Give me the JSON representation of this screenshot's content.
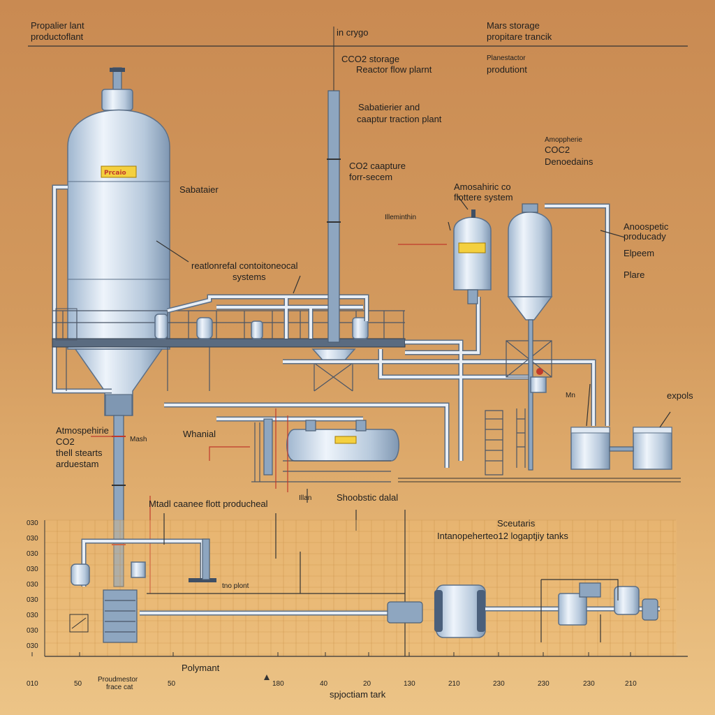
{
  "labels": {
    "top_left_1": "Propalier lant",
    "top_left_2": "productoflant",
    "top_center": "in crygo",
    "top_right_1": "Mars storage",
    "top_right_2": "propitare trancik",
    "co2_storage": "CCO2 storage",
    "reactor_flow": "Reactor flow plarnt",
    "plane_production_1": "Planestactor",
    "plane_production_2": "produtiont",
    "sabatier_capture_1": "Sabatierier and",
    "sabatier_capture_2": "caaptur traction plant",
    "amospperie_1": "Amoppherie",
    "amospperie_2": "COC2",
    "amospperie_3": "Denoedains",
    "co2_capture_1": "CO2 caapture",
    "co2_capture_2": "forr-secem",
    "sabatier": "Sabataier",
    "atmos_co_1": "Amosahiric co",
    "atmos_co_2": "flottere system",
    "illeminthin": "Illeminthin",
    "anosopetic_1": "Anoospetic",
    "anosopetic_2": "producady",
    "elpeem": "Elpeem",
    "plare": "Plare",
    "reactor_systems_1": "reatlonrefal contoitoneocal",
    "reactor_systems_2": "systems",
    "atmos_co2_left_1": "Atmospehirie",
    "atmos_co2_left_2": "CO2",
    "atmos_co2_left_3": "thell stearts",
    "atmos_co2_left_4": "arduestam",
    "mash": "Mash",
    "whanial": "Whanial",
    "mn": "Mn",
    "expols": "expols",
    "flow_product": "Mtadl caanee flott producheal",
    "illan": "Illan",
    "shoobstic": "Shoobstic dalal",
    "scutaris": "Sceutaris",
    "intanopeher_tanks": "Intanopeherteo12 logaptjiy tanks",
    "tno_plont": "tno plont",
    "polyment": "Polymant",
    "spjoctiam_tank": "spjoctiam tark",
    "pressure_tag": "Prcaio"
  },
  "axis": {
    "x_ticks": [
      "010",
      "50",
      "50",
      "180",
      "40",
      "20",
      "130",
      "210",
      "230",
      "230",
      "230",
      "210"
    ],
    "x_sub_1": "Proudmestor",
    "x_sub_2": "frace cat",
    "y_ticks": [
      "030",
      "030",
      "030",
      "030",
      "030",
      "030",
      "030",
      "030",
      "030"
    ]
  },
  "colors": {
    "background_top": "#c98a52",
    "background_bottom": "#ecc487",
    "tank_light": "#eef4fb",
    "tank_dark": "#8aa3bf",
    "pipe_outline": "#5b6f87",
    "accent_red": "#c0392b",
    "grid_line": "#c2873e"
  }
}
